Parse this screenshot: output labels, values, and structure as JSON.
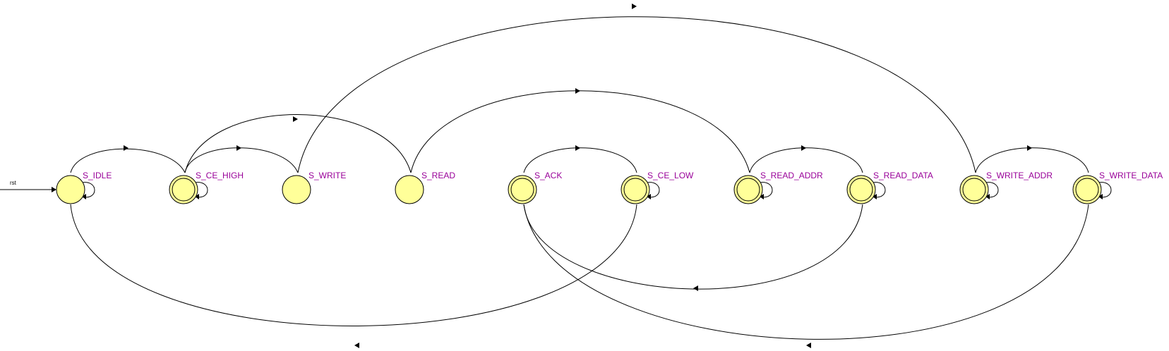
{
  "diagram": {
    "type": "state-machine",
    "reset_label": "rst",
    "colors": {
      "state_fill": "#ffff99",
      "label": "#990099",
      "line": "#000000"
    },
    "states": [
      {
        "id": "S_IDLE",
        "label": "S_IDLE",
        "double": false,
        "self_loop": true
      },
      {
        "id": "S_CE_HIGH",
        "label": "S_CE_HIGH",
        "double": true,
        "self_loop": true
      },
      {
        "id": "S_WRITE",
        "label": "S_WRITE",
        "double": false,
        "self_loop": false
      },
      {
        "id": "S_READ",
        "label": "S_READ",
        "double": false,
        "self_loop": false
      },
      {
        "id": "S_ACK",
        "label": "S_ACK",
        "double": true,
        "self_loop": false
      },
      {
        "id": "S_CE_LOW",
        "label": "S_CE_LOW",
        "double": true,
        "self_loop": true
      },
      {
        "id": "S_READ_ADDR",
        "label": "S_READ_ADDR",
        "double": true,
        "self_loop": true
      },
      {
        "id": "S_READ_DATA",
        "label": "S_READ_DATA",
        "double": true,
        "self_loop": true
      },
      {
        "id": "S_WRITE_ADDR",
        "label": "S_WRITE_ADDR",
        "double": true,
        "self_loop": true
      },
      {
        "id": "S_WRITE_DATA",
        "label": "S_WRITE_DATA",
        "double": true,
        "self_loop": true
      }
    ],
    "transitions": [
      {
        "from": "S_IDLE",
        "to": "S_CE_HIGH"
      },
      {
        "from": "S_CE_HIGH",
        "to": "S_WRITE"
      },
      {
        "from": "S_CE_HIGH",
        "to": "S_READ"
      },
      {
        "from": "S_WRITE",
        "to": "S_WRITE_ADDR"
      },
      {
        "from": "S_READ",
        "to": "S_READ_ADDR"
      },
      {
        "from": "S_ACK",
        "to": "S_CE_LOW"
      },
      {
        "from": "S_READ_ADDR",
        "to": "S_READ_DATA"
      },
      {
        "from": "S_WRITE_ADDR",
        "to": "S_WRITE_DATA"
      },
      {
        "from": "S_READ_DATA",
        "to": "S_ACK"
      },
      {
        "from": "S_WRITE_DATA",
        "to": "S_ACK"
      },
      {
        "from": "S_CE_LOW",
        "to": "S_IDLE"
      }
    ]
  }
}
